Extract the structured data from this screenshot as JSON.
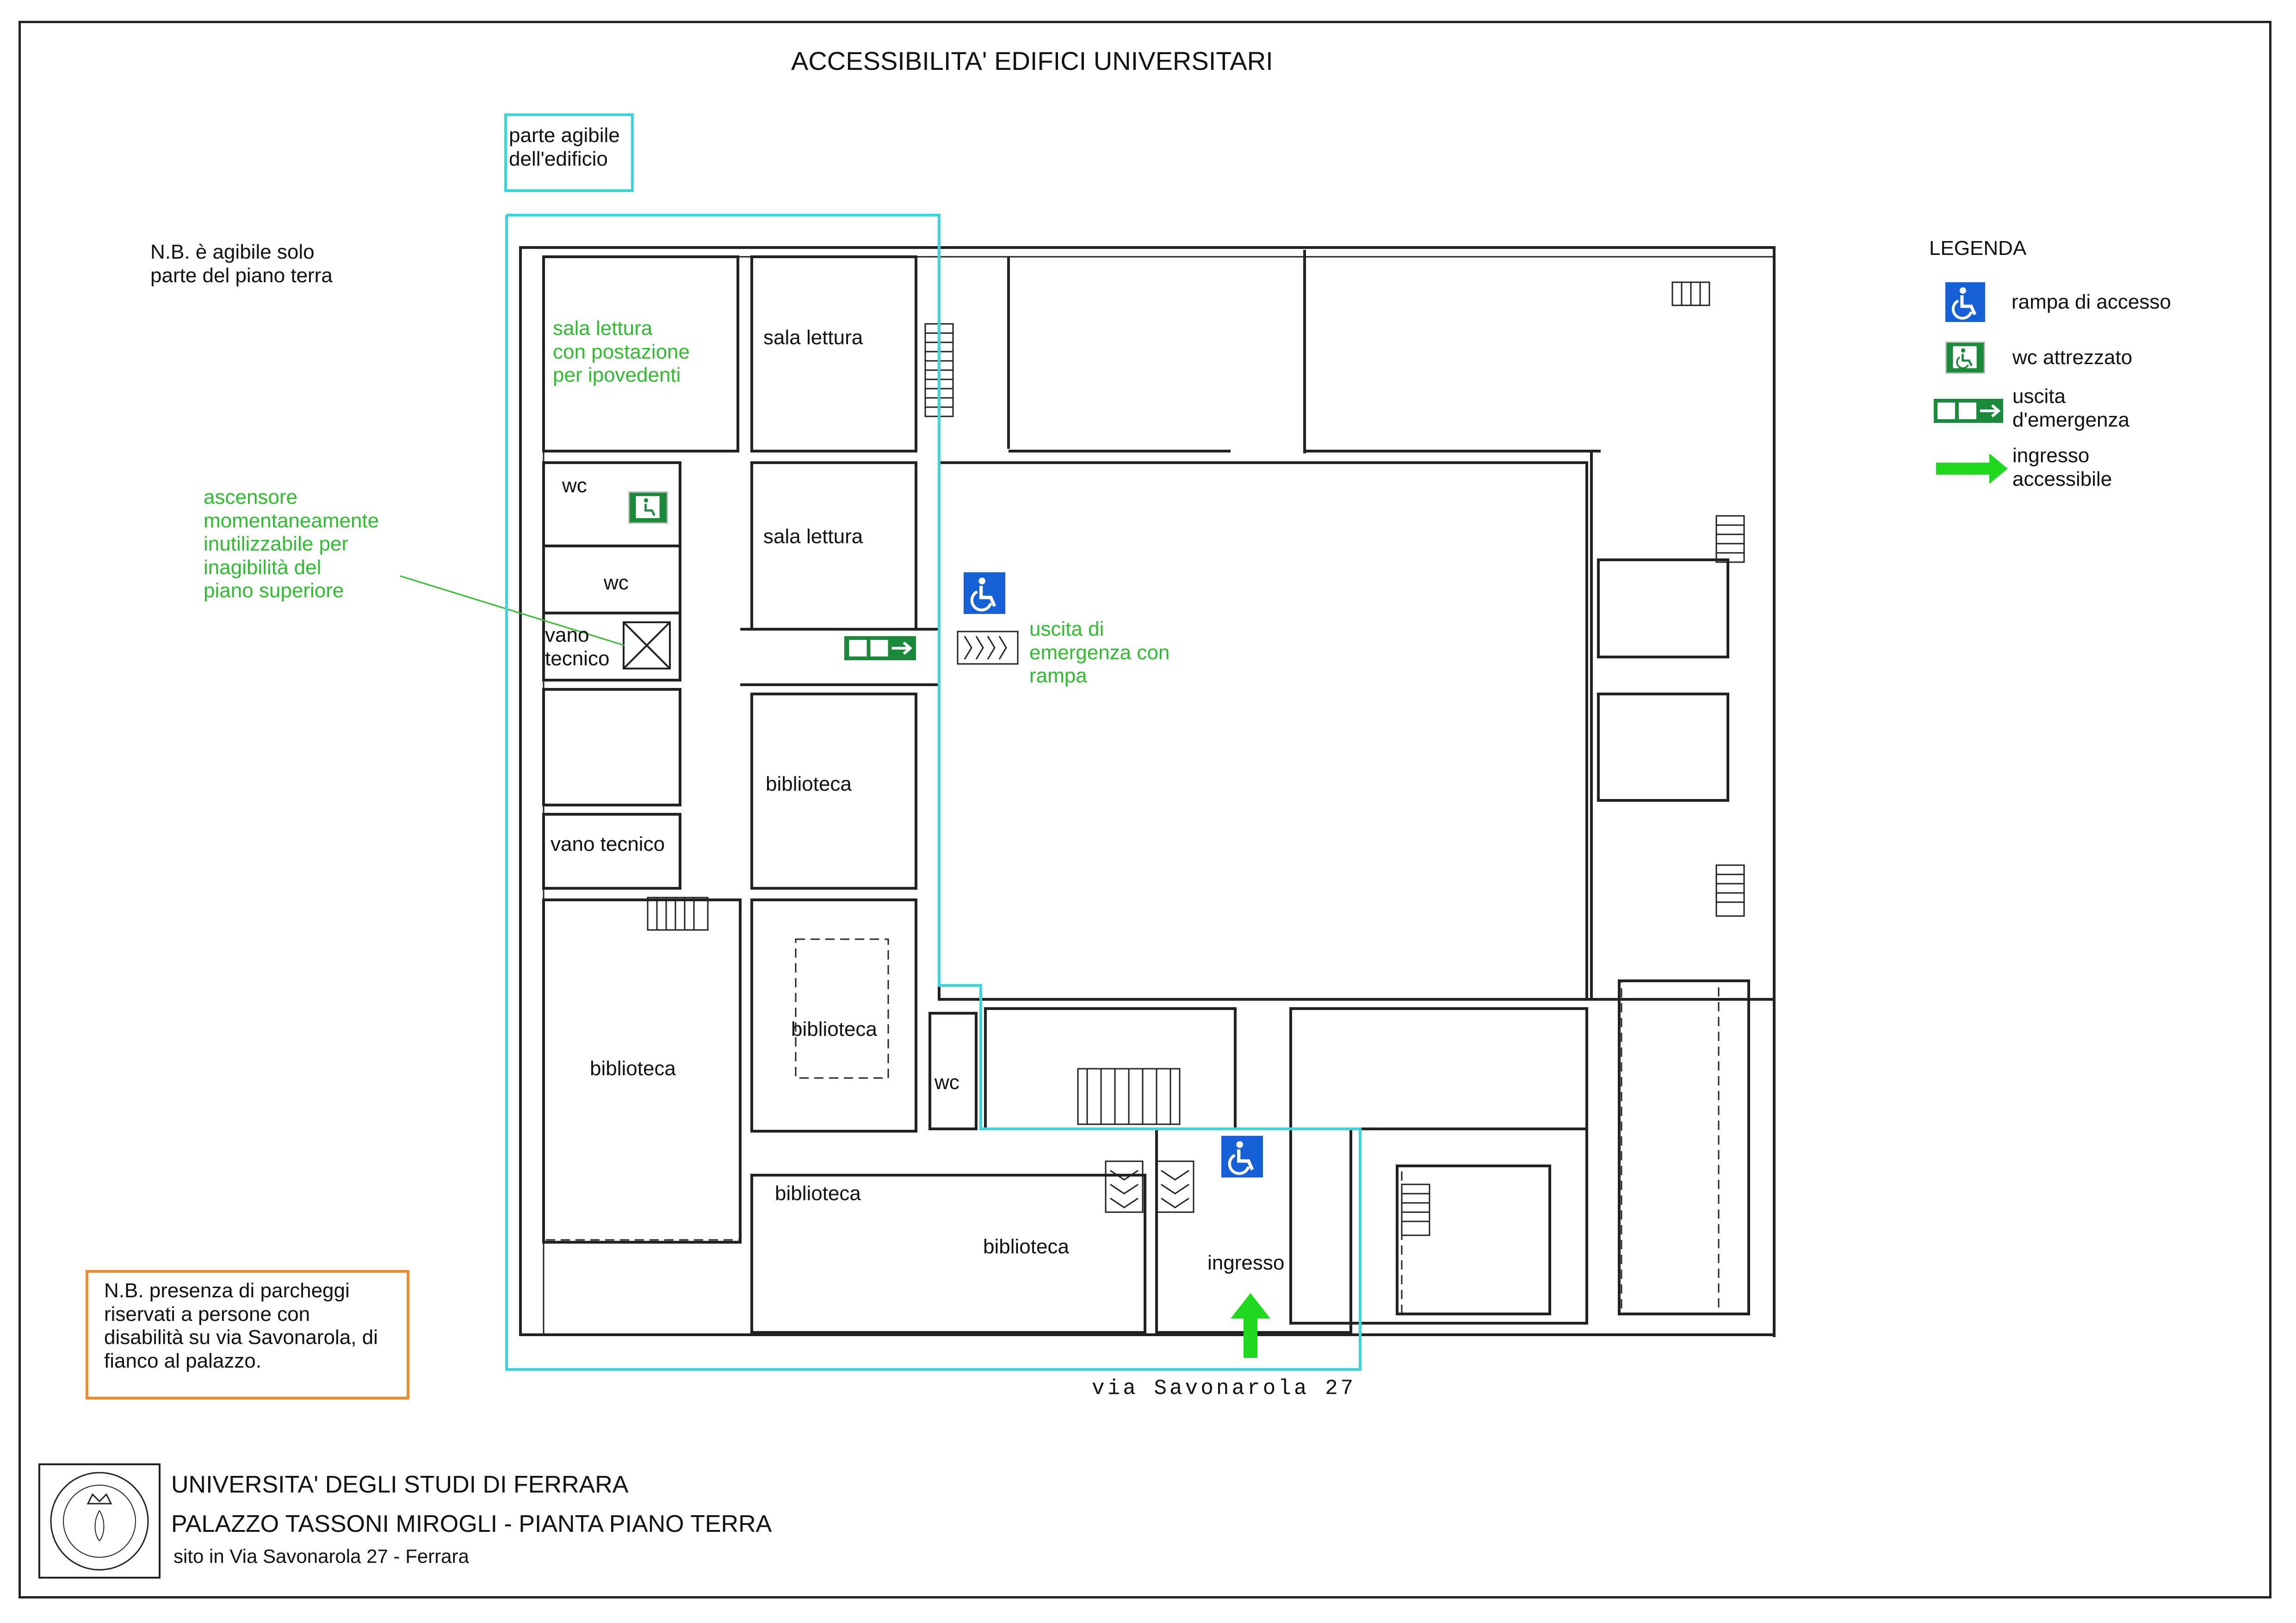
{
  "title": "ACCESSIBILITA' EDIFICI UNIVERSITARI",
  "agibile_label": "parte agibile\ndell'edificio",
  "nb_partial": "N.B. è agibile solo\nparte del piano terra",
  "nb_parking": "N.B. presenza di parcheggi\nriservati a persone con\ndisabilità su via Savonarola, di\nfianco al palazzo.",
  "elevator_note": "ascensore\nmomentaneamente\ninutilizzabile per\ninagibilità del\npiano superiore",
  "emergency_note": "uscita di\nemergenza con\nrampa",
  "legend": {
    "heading": "LEGENDA",
    "items": [
      {
        "icon": "wheelchair-ramp-icon",
        "label": "rampa di accesso"
      },
      {
        "icon": "wc-equipped-icon",
        "label": "wc attrezzato"
      },
      {
        "icon": "emergency-exit-icon",
        "label": "uscita\nd'emergenza"
      },
      {
        "icon": "green-arrow-icon",
        "label": "ingresso\naccessibile"
      }
    ]
  },
  "rooms": {
    "sala_lettura_ipov": "sala lettura\ncon postazione\nper ipovedenti",
    "sala_lettura_1": "sala lettura",
    "sala_lettura_2": "sala lettura",
    "wc_1": "wc",
    "wc_2": "wc",
    "wc_3": "wc",
    "vano_tecnico_1": "vano\ntecnico",
    "vano_tecnico_2": "vano tecnico",
    "biblioteca_1": "biblioteca",
    "biblioteca_2": "biblioteca",
    "biblioteca_3": "biblioteca",
    "biblioteca_4": "biblioteca",
    "biblioteca_5": "biblioteca",
    "ingresso": "ingresso"
  },
  "street": "via Savonarola 27",
  "footer": {
    "line1": "UNIVERSITA' DEGLI STUDI DI FERRARA",
    "line2": "PALAZZO TASSONI MIROGLI - PIANTA PIANO TERRA",
    "line3": "sito in Via Savonarola 27 - Ferrara"
  },
  "colors": {
    "accessible_outline": "#3ad6df",
    "note_border": "#f08a2c",
    "green_text": "#2fbd2f",
    "ramp_icon_bg": "#1560d6",
    "wc_icon_bg": "#1a8a3a"
  }
}
